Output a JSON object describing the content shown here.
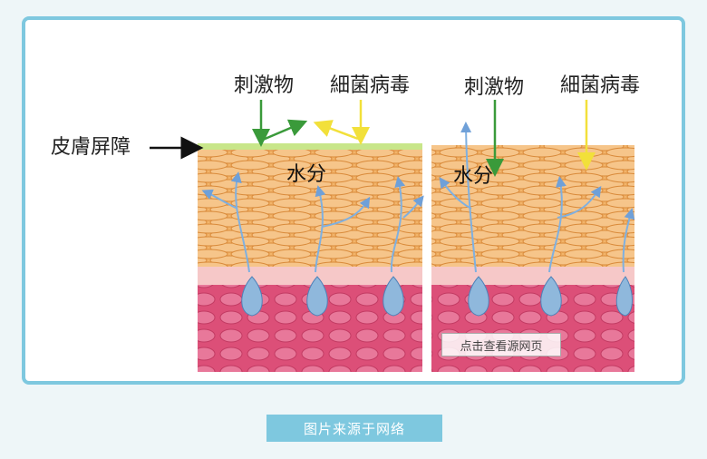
{
  "labels": {
    "barrier": "皮膚屏障",
    "stimulus_left": "刺激物",
    "bacteria_left": "細菌病毒",
    "stimulus_right": "刺激物",
    "bacteria_right": "細菌病毒",
    "water_left": "水分",
    "water_right": "水分"
  },
  "watermark": "点击查看源网页",
  "caption": "图片来源于网络",
  "colors": {
    "frame": "#7ec8df",
    "barrier": "#c8e68a",
    "epidermis": "#f2b46a",
    "dermis": "#dc4f78",
    "arrow_green": "#3a9a3a",
    "arrow_yellow": "#f2e03a",
    "droplet": "#8fb8dc"
  }
}
